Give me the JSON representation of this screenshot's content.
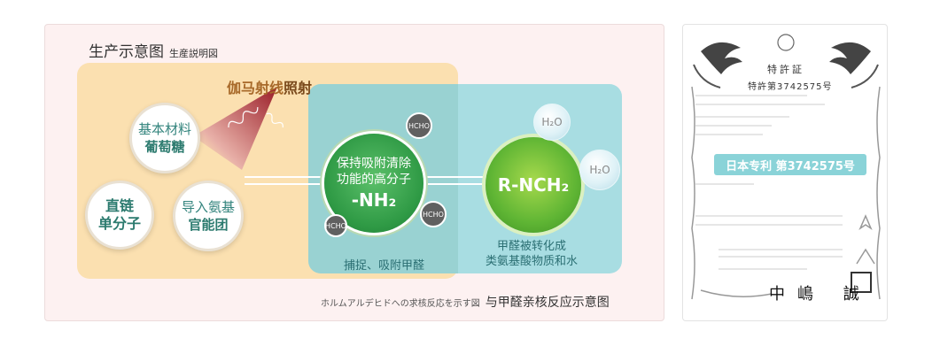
{
  "title": {
    "main": "生产示意图",
    "jp": "生産説明図"
  },
  "rays": {
    "label_normal": "伽马射线",
    "label_bold": "照射"
  },
  "bubbles": {
    "material": {
      "line1": "基本材料",
      "line2": "葡萄糖"
    },
    "monomer": {
      "line1": "直链",
      "line2": "单分子"
    },
    "amino": {
      "line1": "导入氨基",
      "line2": "官能团"
    }
  },
  "polymer": {
    "line1": "保持吸附清除",
    "line2": "功能的高分子",
    "formula": "-NH₂"
  },
  "product": {
    "formula": "R-NCH₂"
  },
  "molecules": {
    "hcho": "HCHO",
    "water": "H₂O"
  },
  "captions": {
    "capture": "捕捉、吸附甲醛",
    "convert_line1": "甲醛被转化成",
    "convert_line2": "类氨基酸物质和水"
  },
  "footer": {
    "jp": "ホルムアルデヒドへの求核反応を示す図",
    "zh": "与甲醛亲核反应示意图"
  },
  "certificate": {
    "title": "特許証",
    "number": "特許第3742575号",
    "badge": "日本专利 第3742575号",
    "signature": "中嶋 誠"
  },
  "colors": {
    "beige": "#fbe0b0",
    "teal": "#a8dde2",
    "green": "#2f9a45",
    "lime": "#5fb534",
    "badge": "#8ad3d8"
  }
}
